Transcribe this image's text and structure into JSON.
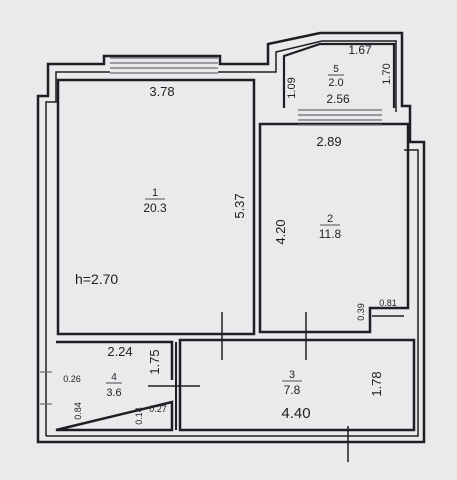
{
  "rooms": [
    {
      "number": "1",
      "area": "20.3"
    },
    {
      "number": "2",
      "area": "11.8"
    },
    {
      "number": "3",
      "area": "7.8"
    },
    {
      "number": "4",
      "area": "3.6"
    },
    {
      "number": "5",
      "area": "2.0"
    }
  ],
  "ceiling_height": "h=2.70",
  "dimensions": {
    "room1_width": "3.78",
    "room1_length": "5.37",
    "room2_width": "2.89",
    "room2_length": "4.20",
    "balcony_top": "1.67",
    "balcony_left": "1.09",
    "balcony_right": "1.70",
    "balcony_bottom": "2.56",
    "bath_width": "2.24",
    "bath_length": "1.75",
    "hall_width": "4.40",
    "hall_length": "1.78",
    "niche_width": "0.81",
    "niche_depth": "0.39",
    "bath_left_upper": "0.26",
    "bath_left_lower": "0.84",
    "bath_door_left": "0.14",
    "bath_door_right": "0.27"
  },
  "colors": {
    "paper": "#e9eaec",
    "ink": "#1e1f22",
    "window": "#6a6c70"
  }
}
